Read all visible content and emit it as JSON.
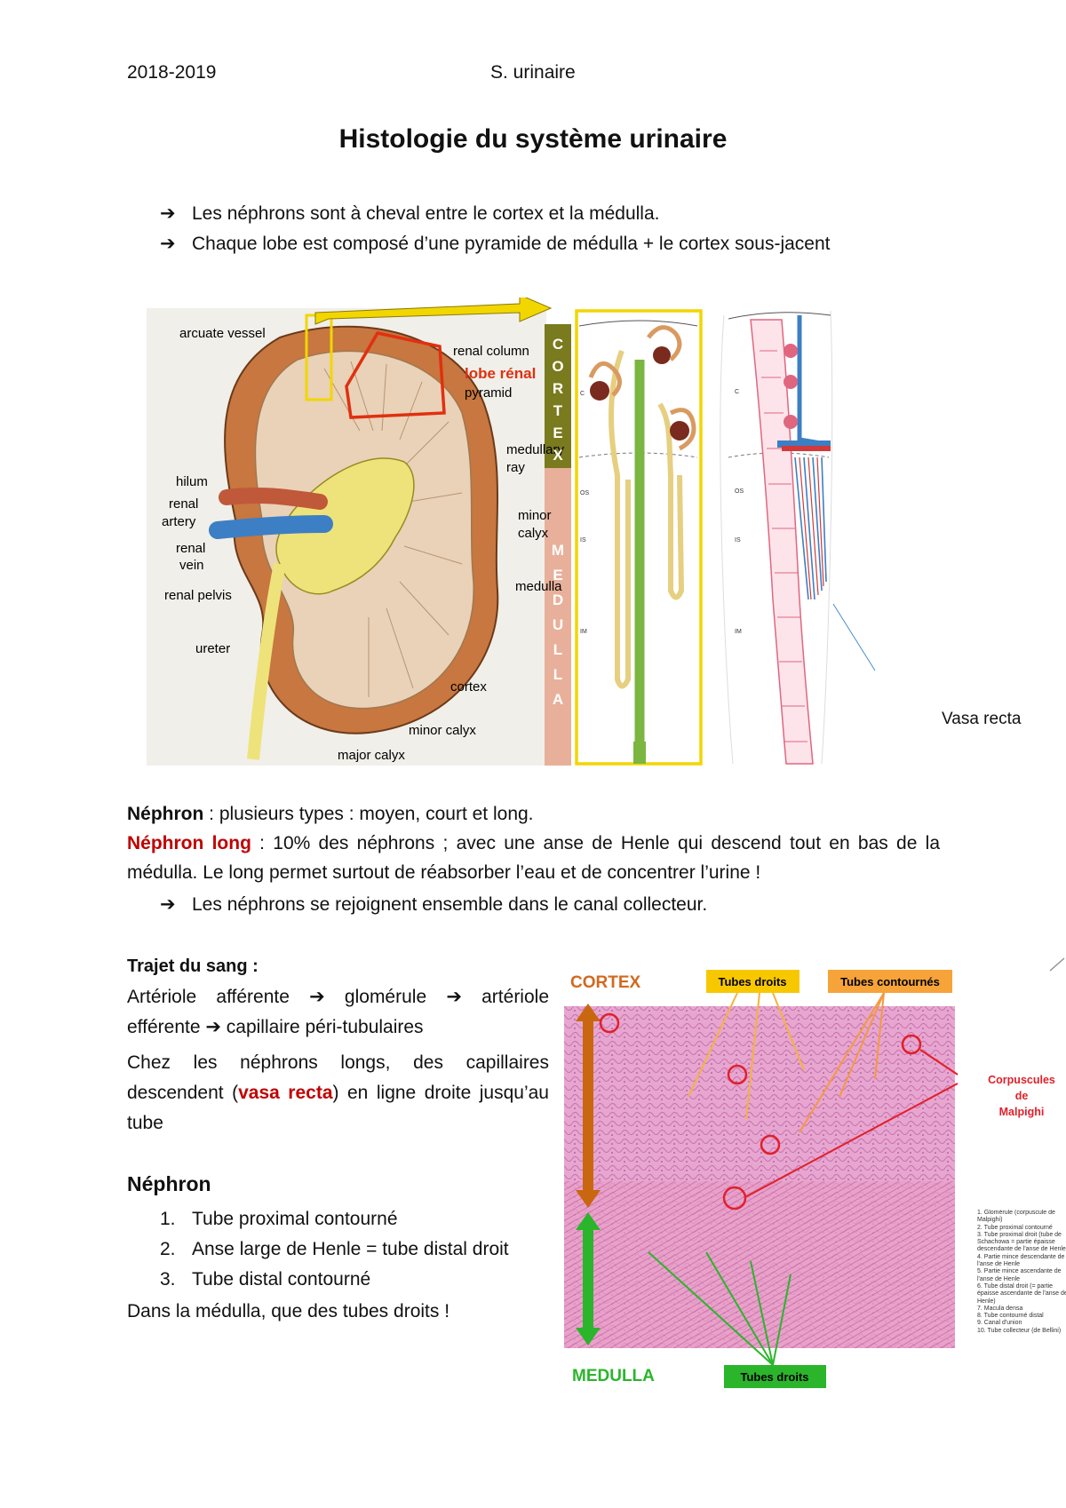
{
  "header": {
    "year": "2018-2019",
    "subject": "S. urinaire"
  },
  "title": "Histologie du système urinaire",
  "intro_bullets": [
    "Les néphrons sont à cheval entre le cortex et la médulla.",
    "Chaque lobe est composé d’une pyramide de médulla + le cortex sous-jacent"
  ],
  "bullet_symbol": "➔",
  "kidney_figure": {
    "labels": {
      "arcuate_vessel": "arcuate vessel",
      "renal_column": "renal column",
      "lobe_renal": "lobe rénal",
      "pyramid": "pyramid",
      "medullary_ray_1": "medullary",
      "medullary_ray_2": "ray",
      "hilum": "hilum",
      "renal_artery_1": "renal",
      "renal_artery_2": "artery",
      "renal_vein_1": "renal",
      "renal_vein_2": "vein",
      "minor_calyx_1": "minor",
      "minor_calyx_2": "calyx",
      "renal_pelvis": "renal pelvis",
      "medulla": "medulla",
      "ureter": "ureter",
      "cortex": "cortex",
      "minor_calyx_b": "minor calyx",
      "major_calyx": "major calyx"
    },
    "band_cortex": [
      "C",
      "O",
      "R",
      "T",
      "E",
      "X"
    ],
    "band_medulla": [
      "M",
      "E",
      "D",
      "U",
      "L",
      "L",
      "A"
    ],
    "zone_labels": {
      "c": "C",
      "os": "OS",
      "is": "IS",
      "im": "IM"
    },
    "vasa_recta": "Vasa recta",
    "colors": {
      "cortex_band": "#7a7a1e",
      "medulla_band": "#e8b09a",
      "yellow_frame": "#f2d600",
      "lobe_red": "#e03010"
    }
  },
  "nephron_types": {
    "label": "Néphron",
    "text": " : plusieurs types : moyen, court et long."
  },
  "nephron_long": {
    "label": "Néphron long",
    "text": " : 10% des néphrons ; avec une anse de Henle qui descend tout en bas de la médulla. Le long permet surtout de réabsorber l’eau et de concentrer l’urine !"
  },
  "collector_bullet": "Les néphrons se rejoignent ensemble dans le canal collecteur.",
  "blood_path": {
    "heading": "Trajet du sang :",
    "line1": "Artériole afférente ➔ glomérule ➔ artériole efférente ➔ capillaire péri-tubulaires",
    "line2_a": "Chez les néphrons longs, des capillaires descendent (",
    "line2_red": "vasa recta",
    "line2_b": ") en ligne droite jusqu’au tube"
  },
  "nephron_section": {
    "heading": "Néphron",
    "items": [
      "Tube proximal contourné",
      "Anse large de Henle = tube distal droit",
      "Tube distal contourné"
    ],
    "footer": "Dans la médulla, que des tubes droits !"
  },
  "histology_figure": {
    "cortex": "CORTEX",
    "medulla": "MEDULLA",
    "tubes_droits_top": "Tubes droits",
    "tubes_contournes": "Tubes contournés",
    "corpuscules": [
      "Corpuscules",
      "de",
      "Malpighi"
    ],
    "tubes_droits_bottom": "Tubes droits",
    "colors": {
      "cortex_text": "#d2691e",
      "medulla_text": "#2bb52b",
      "tissue": "#e7a6cf",
      "tag_yellow": "#f7c800",
      "tag_orange": "#f6a33a",
      "tag_green": "#2bb52b"
    }
  },
  "side_legend": [
    "1. Glomérule (corpuscule de Malpighi)",
    "2. Tube proximal contourné",
    "3. Tube proximal droit (tube de Schachowa = partie épaisse descendante de l'anse de Henle)",
    "4. Partie mince descendante de l'anse de Henle",
    "5. Partie mince ascendante de l'anse de Henle",
    "6. Tube distal droit (= partie épaisse ascendante de l'anse de Henle)",
    "7. Macula densa",
    "8. Tube contourné distal",
    "9. Canal d'union",
    "10. Tube collecteur (de Bellini)"
  ]
}
